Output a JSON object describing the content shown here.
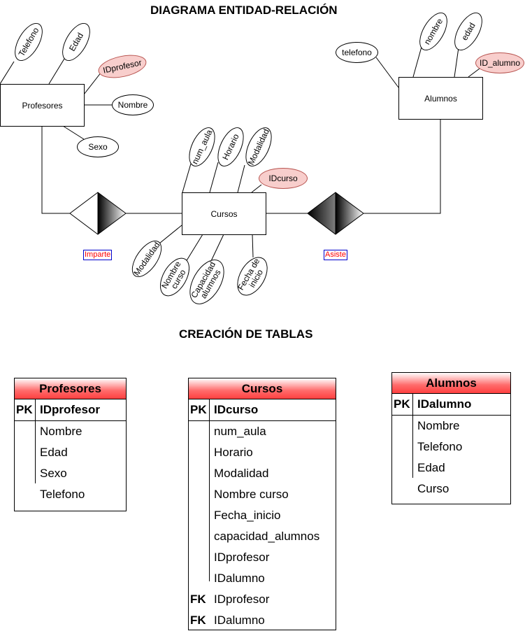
{
  "titles": {
    "er": "DIAGRAMA ENTIDAD-RELACIÓN",
    "tables": "CREACIÓN DE TABLAS"
  },
  "er": {
    "entities": {
      "profesores": "Profesores",
      "cursos": "Cursos",
      "alumnos": "Alumnos"
    },
    "relationships": {
      "imparte": "Imparte",
      "asiste": "Asiste"
    },
    "profesores_attrs": {
      "telefono": "Telefono",
      "edad": "Edad",
      "idprofesor": "IDprofesor",
      "nombre": "Nombre",
      "sexo": "Sexo"
    },
    "cursos_attrs": {
      "num_aula": "num_aula",
      "horario": "Horario",
      "modalidad_top": "Modalidad",
      "idcurso": "IDcurso",
      "modalidad_bottom": "Modalidad",
      "nombre_curso": "Nombre curso",
      "capacidad": "Capacidad alumnos",
      "fecha_inicio": "Fecha de inicio"
    },
    "alumnos_attrs": {
      "telefono": "telefono",
      "nombre": "nombre",
      "edad": "edad",
      "id_alumno": "ID_alumno"
    }
  },
  "colors": {
    "pk_fill": "#f8cecc",
    "header_gradient_end": "#ff4040",
    "relationship_label": "#ff0000"
  },
  "tables": {
    "profesores": {
      "title": "Profesores",
      "pk_label": "PK",
      "pk_field": "IDprofesor",
      "fields": [
        "Nombre",
        "Edad",
        "Sexo",
        "Telefono"
      ]
    },
    "cursos": {
      "title": "Cursos",
      "pk_label": "PK",
      "pk_field": "IDcurso",
      "fields": [
        "num_aula",
        "Horario",
        "Modalidad",
        "Nombre curso",
        "Fecha_inicio",
        "capacidad_alumnos",
        "IDprofesor",
        "IDalumno"
      ],
      "fk_rows": [
        {
          "label": "FK",
          "field": "IDprofesor"
        },
        {
          "label": "FK",
          "field": "IDalumno"
        }
      ]
    },
    "alumnos": {
      "title": "Alumnos",
      "pk_label": "PK",
      "pk_field": "IDalumno",
      "fields": [
        "Nombre",
        "Telefono",
        "Edad",
        "Curso"
      ]
    }
  }
}
